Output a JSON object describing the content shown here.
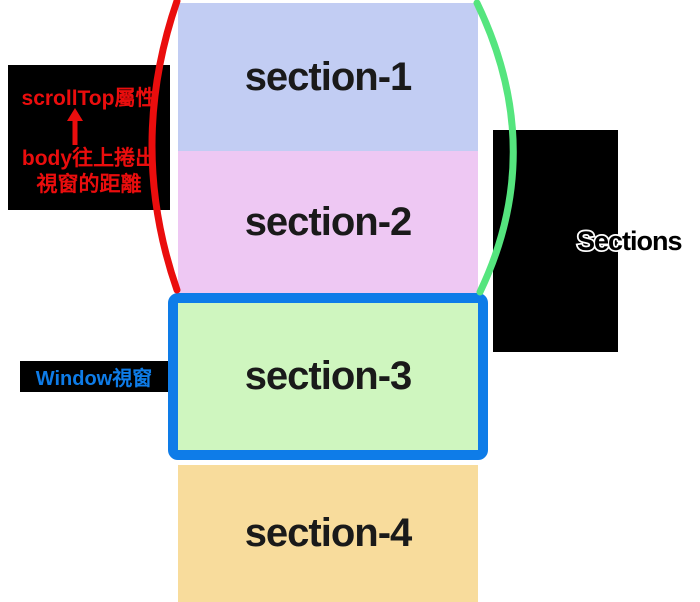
{
  "diagram": {
    "background": "#ffffff",
    "sections": [
      {
        "label": "section-1",
        "fill": "#c2cdf3"
      },
      {
        "label": "section-2",
        "fill": "#eec8f3"
      },
      {
        "label": "section-3",
        "fill": "#cff6bf",
        "border_color": "#0e7ce8"
      },
      {
        "label": "section-4",
        "fill": "#f8dc9c"
      }
    ],
    "annotations": {
      "scrolltop_label": {
        "title": "scrollTop屬性",
        "line1": "body往上捲出",
        "line2": "視窗的距離",
        "text_color": "#ea0d0d",
        "bg": "#000000",
        "arrow_icon": "up-arrow"
      },
      "window_label": {
        "text": "Window視窗",
        "text_color": "#0e7ce8",
        "bg": "#000000"
      },
      "sections_label": {
        "text": "Sections",
        "fill": "#000000",
        "stroke": "#ffffff",
        "bg": "#000000"
      },
      "scrolled_area_brackets": {
        "left_color": "#ea0d0d",
        "right_color": "#55e57e"
      }
    }
  }
}
